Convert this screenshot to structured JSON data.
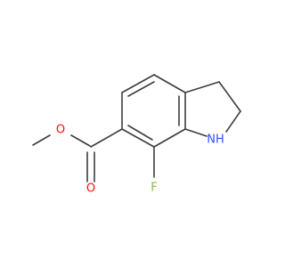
{
  "molecule": {
    "atoms": {
      "oxygen_ether": "O",
      "oxygen_carbonyl": "O",
      "fluorine": "F",
      "amine": "NH"
    },
    "colors": {
      "bond": "#3d3d3d",
      "oxygen": "#ff0d0d",
      "fluorine": "#8fb83d",
      "nitrogen": "#3050f8"
    }
  }
}
